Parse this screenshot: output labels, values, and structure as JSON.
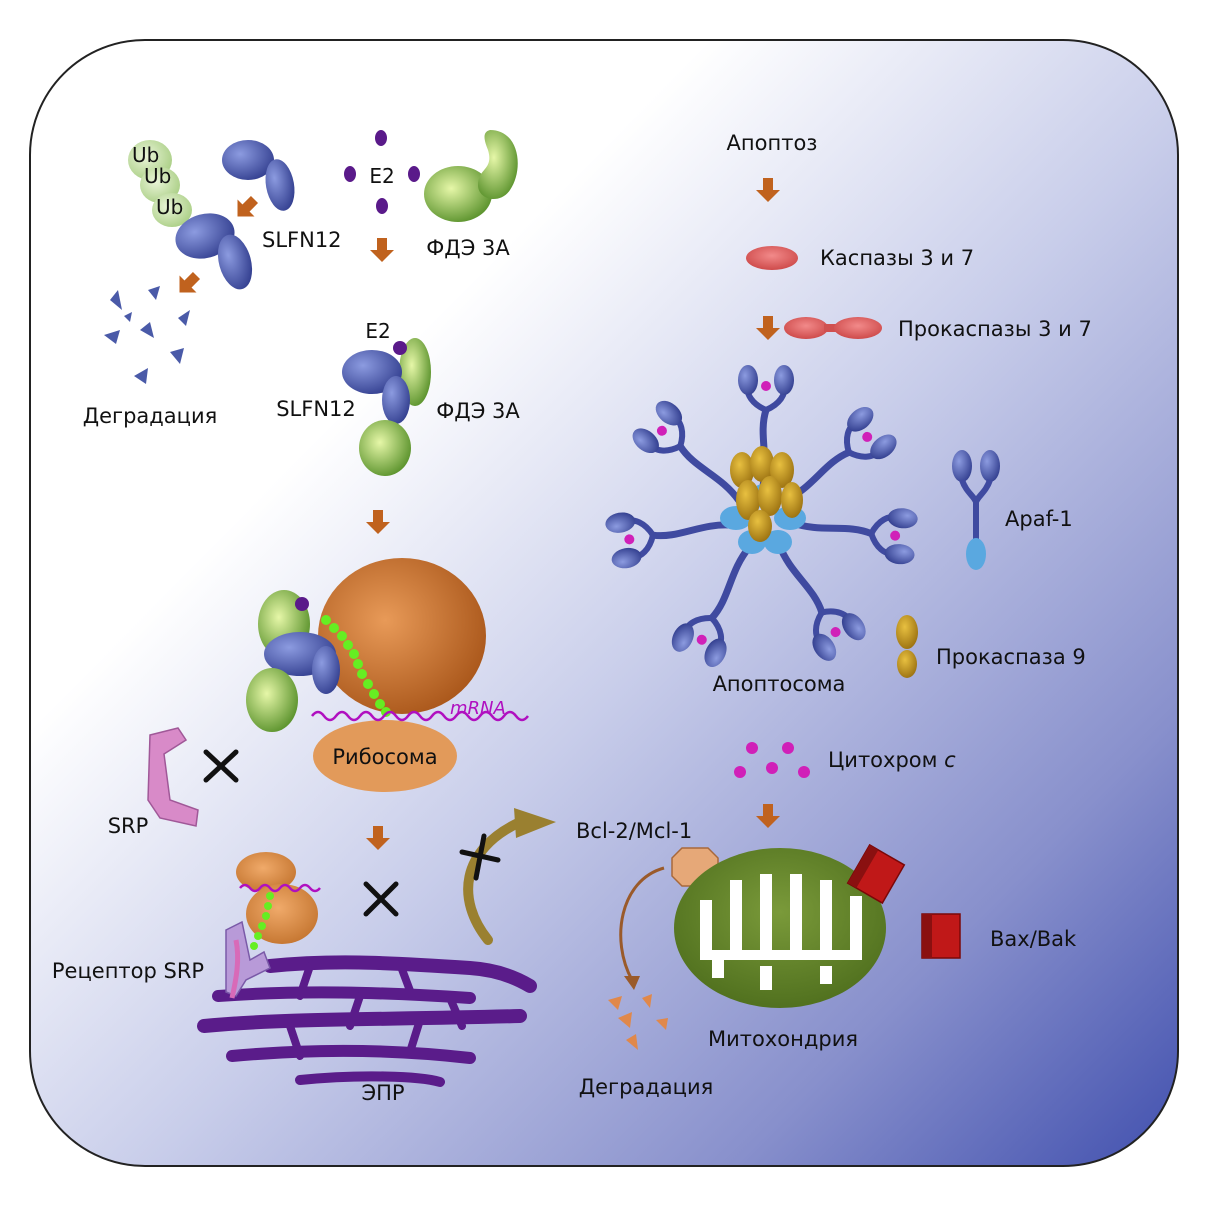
{
  "labels": {
    "ub1": "Ub",
    "ub2": "Ub",
    "ub3": "Ub",
    "slfn12_top": "SLFN12",
    "e2_top": "E2",
    "pde3a_top": "ФДЭ 3А",
    "degradation_top": "Деградация",
    "e2_complex": "E2",
    "slfn12_complex": "SLFN12",
    "pde3a_complex": "ФДЭ 3А",
    "mrna": "mRNA",
    "ribosome": "Рибосома",
    "srp": "SRP",
    "srp_receptor": "Рецептор SRP",
    "er": "ЭПР",
    "bcl2": "Bcl-2/Mcl-1",
    "degradation_bottom": "Деградация",
    "mitochondria": "Митохондрия",
    "bax_bak": "Bax/Bak",
    "cytochrome_main": "Цитохром ",
    "cytochrome_italic": "с",
    "apoptosome": "Апоптосома",
    "procaspase9": "Прокаспаза 9",
    "apaf1": "Apaf-1",
    "procaspases37": "Прокаспазы 3 и 7",
    "caspases37": "Каспазы 3 и 7",
    "apoptosis": "Апоптоз"
  },
  "colors": {
    "slfn12": "#4a5aa8",
    "pde3a": "#78a83c",
    "ubiquitin": "#bcd89a",
    "e2": "#5a1a8a",
    "arrow": "#c0621e",
    "ribosome": "#c8783a",
    "peptide": "#66ee22",
    "mrna": "#b010c0",
    "srp": "#d88ac8",
    "er": "#5a1c8a",
    "mitochondria": "#5a7a2a",
    "bax_bak": "#c01818",
    "cytochrome": "#d020b8",
    "caspase": "#e05a5a",
    "procaspase9": "#c89a1a",
    "apaf1_card": "#5aa8e0"
  }
}
